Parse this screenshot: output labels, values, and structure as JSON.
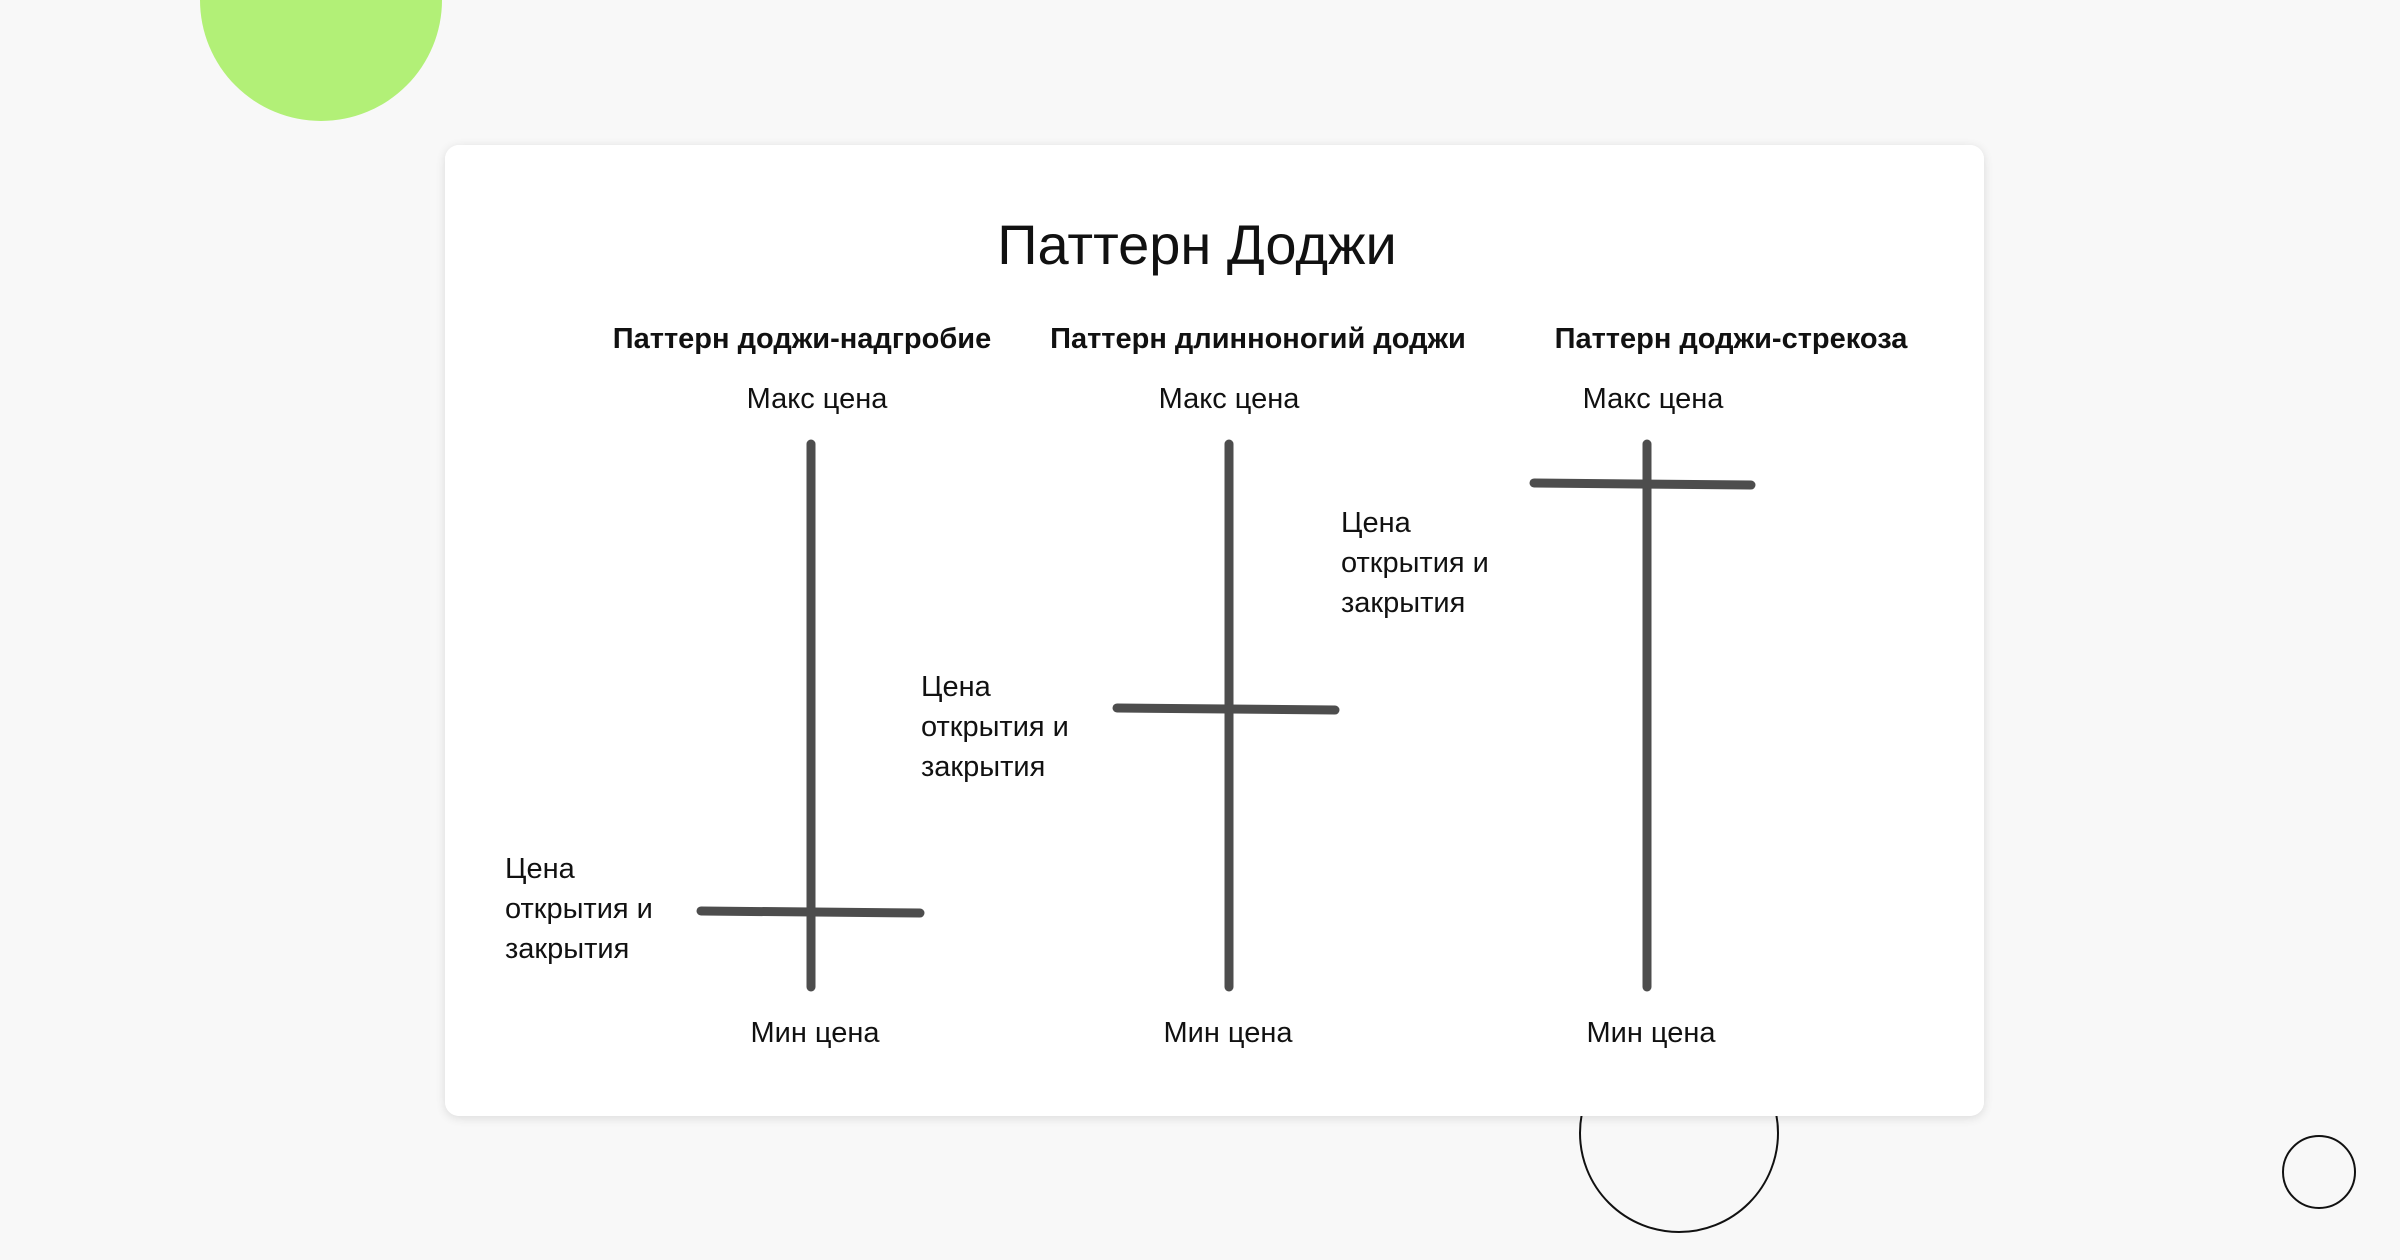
{
  "title": "Паттерн Доджи",
  "accent_color": "#b2f077",
  "line_color": "#4d4d4d",
  "patterns": [
    {
      "name": "Паттерн доджи-надгробие",
      "max_label": "Макс цена",
      "min_label": "Мин цена",
      "oc_label": [
        "Цена",
        "открытия и",
        "закрытия"
      ]
    },
    {
      "name": "Паттерн длинноногий доджи",
      "max_label": "Макс цена",
      "min_label": "Мин цена",
      "oc_label": [
        "Цена",
        "открытия и",
        "закрытия"
      ]
    },
    {
      "name": "Паттерн доджи-стрекоза",
      "max_label": "Макс цена",
      "min_label": "Мин цена",
      "oc_label": [
        "Цена",
        "открытия и",
        "закрытия"
      ]
    }
  ]
}
